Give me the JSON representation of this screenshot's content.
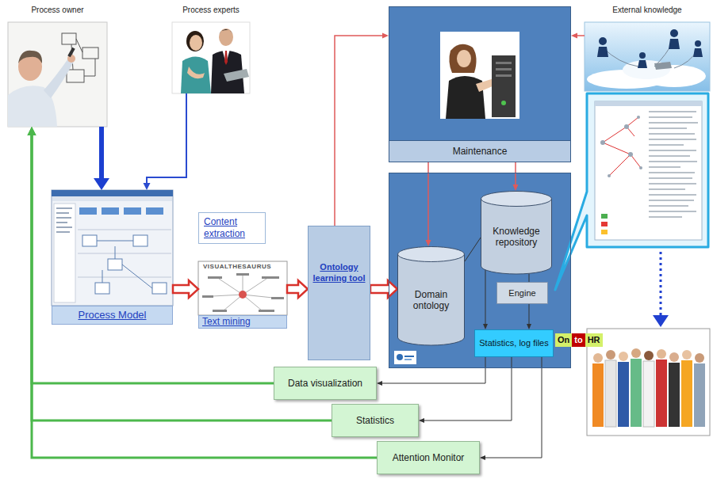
{
  "diagram": {
    "nodes": [
      {
        "text": [
          "Process owner"
        ]
      },
      {
        "text": [
          "Process experts"
        ]
      },
      {
        "text": [
          "Maintenance"
        ]
      },
      {
        "text": [
          "External knowledge"
        ]
      },
      {
        "text": [
          "Process Model"
        ]
      },
      {
        "text": [
          "Content extraction"
        ]
      },
      {
        "text": [
          "VISUALTHESAURUS",
          "Text mining"
        ]
      },
      {
        "text": [
          "Ontology learning tool"
        ]
      },
      {
        "text": []
      },
      {
        "text": [
          "Domain ontology"
        ],
        "in": 8
      },
      {
        "text": [
          "Knowledge repository"
        ],
        "in": 8
      },
      {
        "text": [
          "Engine"
        ],
        "in": 8
      },
      {
        "text": [
          "Statistics, log files"
        ],
        "in": 8
      },
      {
        "text": [
          "Data visualization"
        ]
      },
      {
        "text": [
          "Statistics"
        ]
      },
      {
        "text": [
          "Attention Monitor"
        ]
      }
    ],
    "edges": [
      {
        "from": 0,
        "to": 4,
        "arrow": "to"
      },
      {
        "from": 1,
        "to": 4,
        "arrow": "to"
      },
      {
        "from": 4,
        "to": 6,
        "arrow": "to"
      },
      {
        "from": 6,
        "to": 7,
        "arrow": "to"
      },
      {
        "from": 7,
        "to": 9,
        "arrow": "to"
      },
      {
        "from": 7,
        "to": 2,
        "arrow": "to"
      },
      {
        "from": 3,
        "to": 2,
        "arrow": "to"
      },
      {
        "from": 2,
        "to": 9,
        "arrow": "to"
      },
      {
        "from": 2,
        "to": 10,
        "arrow": "to"
      },
      {
        "from": 10,
        "to": 9,
        "arrow": "none"
      },
      {
        "from": 10,
        "to": 11,
        "arrow": "none"
      },
      {
        "from": 10,
        "to": 12,
        "arrow": "to"
      },
      {
        "from": 11,
        "to": 12,
        "arrow": "to"
      },
      {
        "from": 12,
        "to": 13,
        "arrow": "to"
      },
      {
        "from": 12,
        "to": 14,
        "arrow": "to"
      },
      {
        "from": 12,
        "to": 15,
        "arrow": "to"
      },
      {
        "from": 13,
        "to": 0,
        "arrow": "to"
      },
      {
        "from": 14,
        "to": 0,
        "arrow": "to"
      },
      {
        "from": 15,
        "to": 0,
        "arrow": "to"
      }
    ],
    "labels": [
      "On",
      "to",
      "HR"
    ]
  }
}
